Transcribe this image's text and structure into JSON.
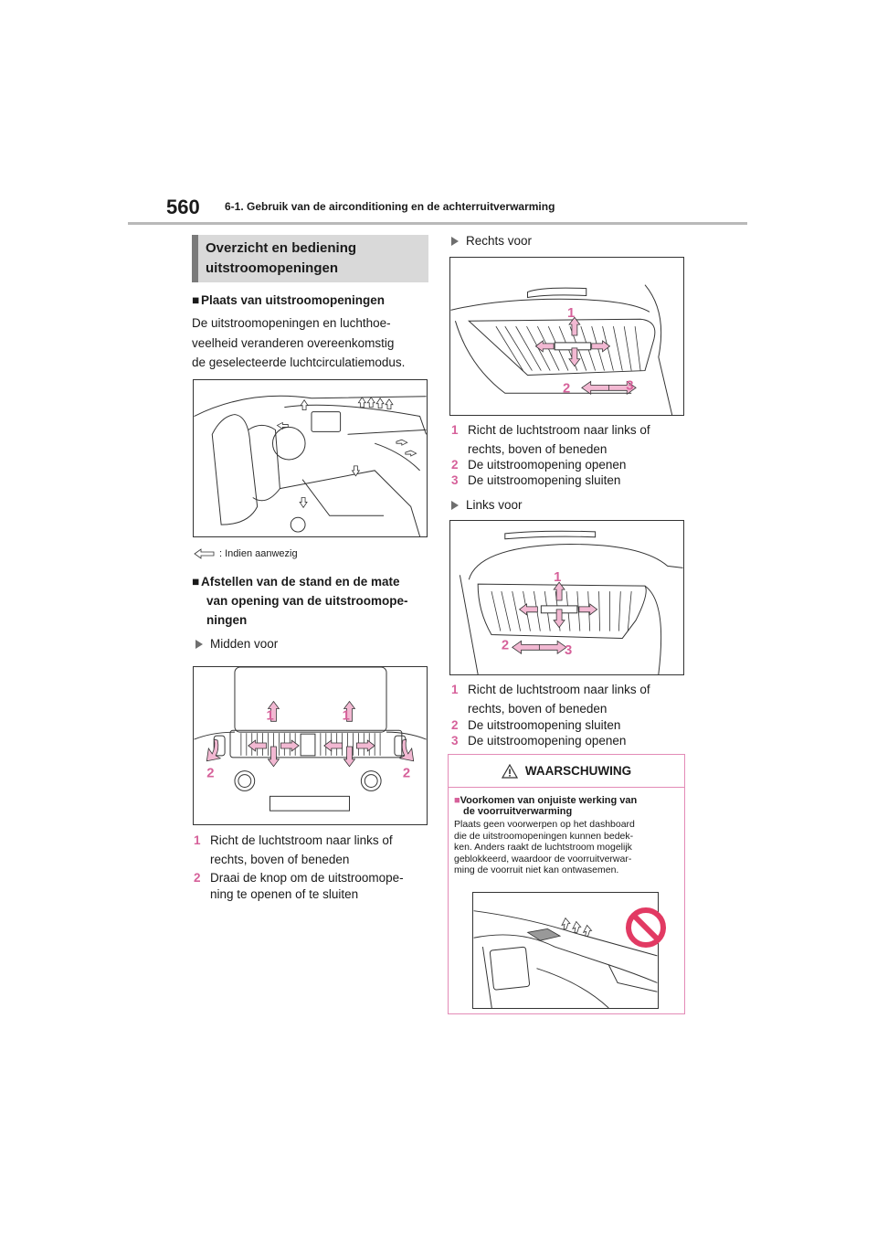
{
  "header": {
    "page_number": "560",
    "chapter_title": "6-1. Gebruik van de airconditioning en de achterruitverwarming"
  },
  "section": {
    "title_line1": "Overzicht en bediening",
    "title_line2": "uitstroomopeningen"
  },
  "placement": {
    "heading": "Plaats van uitstroomopeningen",
    "para_lines": [
      "De uitstroomopeningen en luchthoe-",
      "veelheid veranderen overeenkomstig",
      "de geselecteerde luchtcirculatiemodus."
    ],
    "legend": ": Indien aanwezig"
  },
  "adjust": {
    "heading_lines": [
      "Afstellen van de stand en de mate",
      "van opening van de uitstroomope-",
      "ningen"
    ],
    "center": {
      "label": "Midden voor",
      "fig_labels": {
        "one": "1",
        "two": "2"
      },
      "items": [
        {
          "num": "1",
          "lines": [
            "Richt de luchtstroom naar links of",
            "rechts, boven of beneden"
          ]
        },
        {
          "num": "2",
          "lines": [
            "Draai de knop om de uitstroomope-",
            "ning te openen of te sluiten"
          ]
        }
      ]
    },
    "right": {
      "label": "Rechts voor",
      "fig_labels": {
        "one": "1",
        "two": "2",
        "three": "3"
      },
      "items": [
        {
          "num": "1",
          "lines": [
            "Richt de luchtstroom naar links of",
            "rechts, boven of beneden"
          ]
        },
        {
          "num": "2",
          "lines": [
            "De uitstroomopening openen"
          ]
        },
        {
          "num": "3",
          "lines": [
            "De uitstroomopening sluiten"
          ]
        }
      ]
    },
    "left": {
      "label": "Links voor",
      "fig_labels": {
        "one": "1",
        "two": "2",
        "three": "3"
      },
      "items": [
        {
          "num": "1",
          "lines": [
            "Richt de luchtstroom naar links of",
            "rechts, boven of beneden"
          ]
        },
        {
          "num": "2",
          "lines": [
            "De uitstroomopening sluiten"
          ]
        },
        {
          "num": "3",
          "lines": [
            "De uitstroomopening openen"
          ]
        }
      ]
    }
  },
  "warning": {
    "title": "WAARSCHUWING",
    "sub_lines": [
      "Voorkomen van onjuiste werking van",
      "de voorruitverwarming"
    ],
    "text_lines": [
      "Plaats geen voorwerpen op het dashboard",
      "die de uitstroomopeningen kunnen bedek-",
      "ken. Anders raakt de luchtstroom mogelijk",
      "geblokkeerd, waardoor de voorruitverwar-",
      "ming de voorruit niet kan ontwasemen."
    ]
  },
  "colors": {
    "accent": "#d6619a",
    "arrow_fill": "#f2b8d2",
    "section_bg": "#d9d9d9",
    "rule": "#b9b9b9"
  }
}
